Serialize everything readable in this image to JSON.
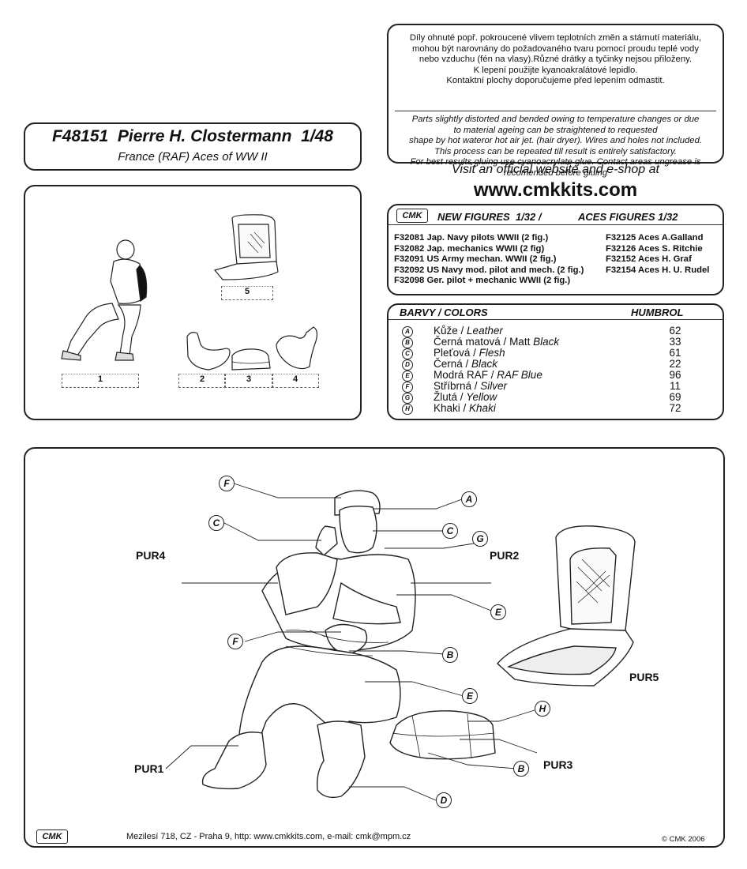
{
  "title": {
    "main": "F48151  Pierre H. Clostermann  1/48",
    "subtitle": "France (RAF) Aces of WW II"
  },
  "notes": {
    "czech": [
      "Díly ohnuté popř. pokroucené vlivem teplotních změn a stárnutí materiálu,",
      "mohou být narovnány do požadovaného tvaru pomocí proudu teplé vody",
      "nebo vzduchu (fén na vlasy).Různé drátky a tyčinky nejsou přiloženy.",
      "K lepení použijte kyanoakralátové lepidlo.",
      "Kontaktní plochy doporučujeme před lepením odmastit."
    ],
    "english": [
      "Parts slightly distorted and bended owing to temperature changes or due",
      "to material ageing can be straightened to requested",
      "shape by hot wateror hot  air jet.  (hair dryer). Wires and holes not included.",
      "This process can be repeated till result is entirely satisfactory.",
      "For best results gluing use cyanoacrylate glue. Contact areas ungrease is",
      "recomended before gluing"
    ]
  },
  "website": {
    "visit": "Visit an official website and e-shop at",
    "url": "www.cmkkits.com"
  },
  "new_figures": {
    "logo": "CMK",
    "header_left": "NEW FIGURES  1/32 /",
    "header_right": "ACES FIGURES 1/32",
    "left": [
      "F32081 Jap. Navy pilots WWII (2 fig.)",
      "F32082 Jap. mechanics WWII (2 fig)",
      "F32091 US Army mechan. WWII (2 fig.)",
      "F32092 US Navy mod. pilot and mech. (2 fig.)",
      "F32098 Ger. pilot + mechanic WWII (2 fig.)"
    ],
    "right": [
      "F32125 Aces A.Galland",
      "F32126 Aces S. Ritchie",
      "F32152 Aces H. Graf",
      "F32154 Aces H. U. Rudel"
    ]
  },
  "colors": {
    "header_left": "BARVY / COLORS",
    "header_right": "HUMBROL",
    "items": [
      {
        "letter": "A",
        "cz": "Kůže",
        "en": "Leather",
        "humbrol": "62"
      },
      {
        "letter": "B",
        "cz": "Černá matová",
        "en_plain": "Matt",
        "en": "Black",
        "humbrol": "33"
      },
      {
        "letter": "C",
        "cz": "Pleťová",
        "en": "Flesh",
        "humbrol": "61"
      },
      {
        "letter": "D",
        "cz": "Černá",
        "en": "Black",
        "humbrol": "22"
      },
      {
        "letter": "E",
        "cz": "Modrá RAF",
        "en": "RAF Blue",
        "humbrol": "96"
      },
      {
        "letter": "F",
        "cz": "Stříbrná",
        "en": "Silver",
        "humbrol": "11"
      },
      {
        "letter": "G",
        "cz": "Žlutá",
        "en": "Yellow",
        "humbrol": "69"
      },
      {
        "letter": "H",
        "cz": "Khaki",
        "en": "Khaki",
        "humbrol": "72"
      }
    ]
  },
  "parts": {
    "p1": "1",
    "p2": "2",
    "p3": "3",
    "p4": "4",
    "p5": "5"
  },
  "callouts": {
    "F1": "F",
    "A": "A",
    "C1": "C",
    "C2": "C",
    "G": "G",
    "E1": "E",
    "F2": "F",
    "B1": "B",
    "E2": "E",
    "H": "H",
    "B2": "B",
    "D": "D"
  },
  "pur": {
    "pur4": "PUR4",
    "pur2": "PUR2",
    "pur5": "PUR5",
    "pur1": "PUR1",
    "pur3": "PUR3"
  },
  "footer": {
    "logo": "CMK",
    "address": "Mezilesí 718, CZ - Praha 9,  http: www.cmkkits.com, e-mail: cmk@mpm.cz",
    "copyright": "© CMK 2006"
  }
}
